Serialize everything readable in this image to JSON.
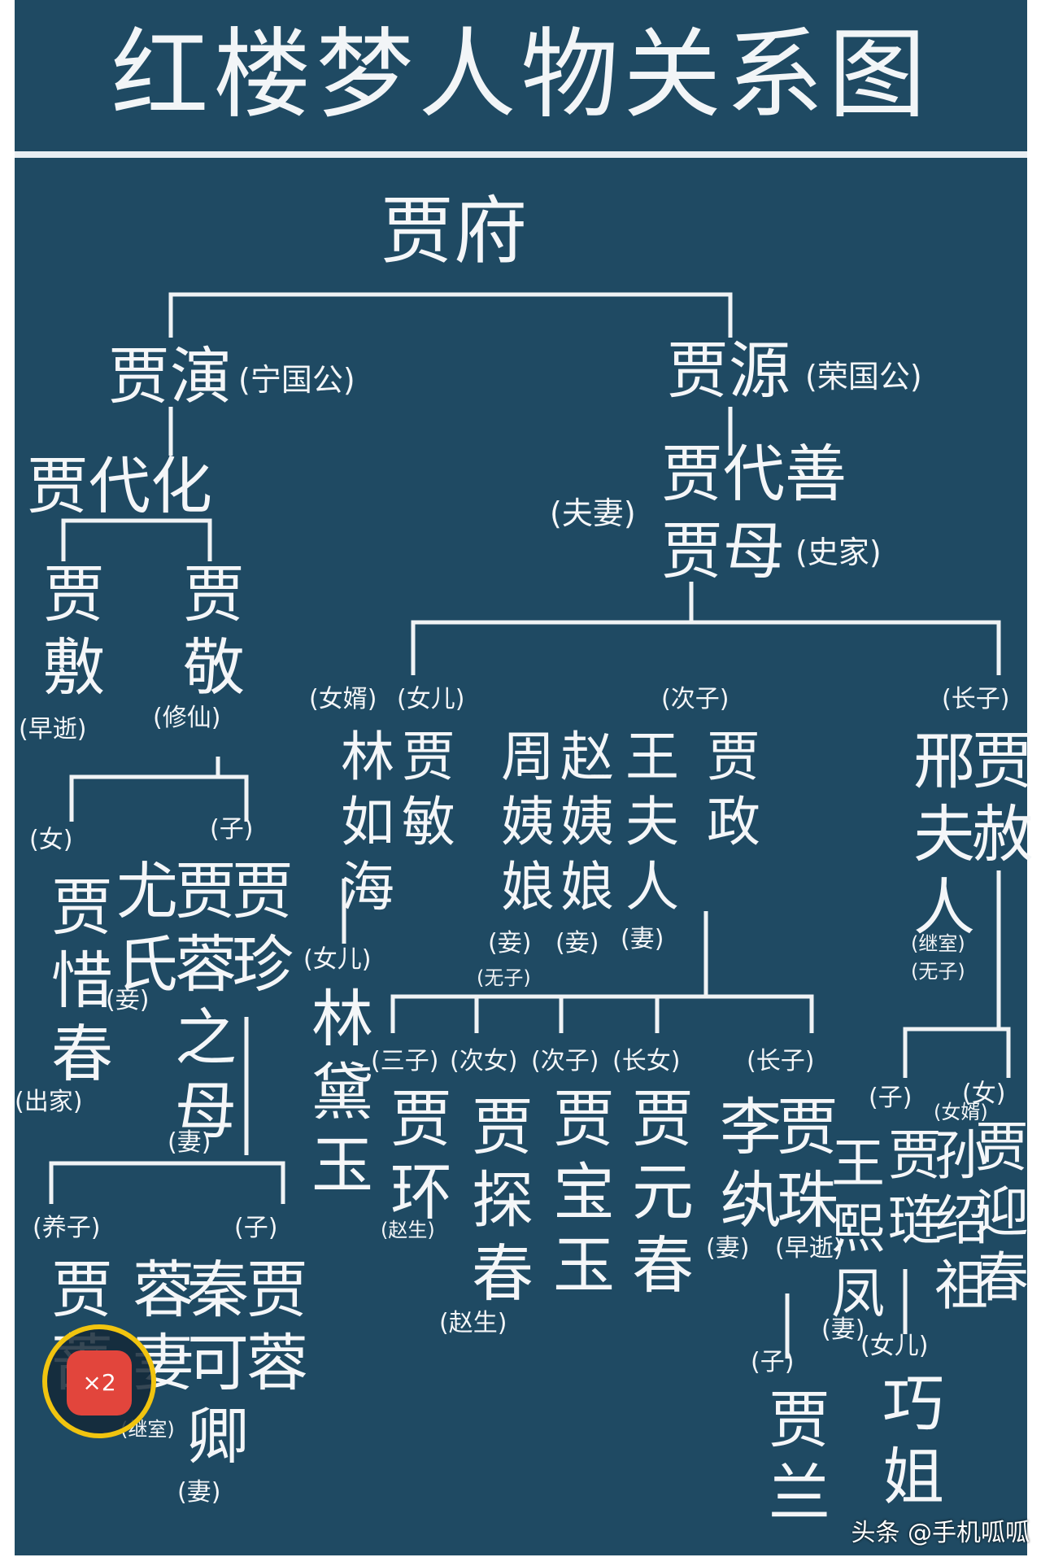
{
  "title": "红楼梦人物关系图",
  "watermark": "头条 @手机呱呱",
  "badge": "×2",
  "root": "贾府",
  "ning": {
    "name": "贾演",
    "title": "(宁国公)"
  },
  "rong": {
    "name": "贾源",
    "title": "(荣国公)"
  },
  "daihua": "贾代化",
  "daishan": "贾代善",
  "fuqi": "(夫妻)",
  "jiamu": {
    "name": "贾母",
    "note": "(史家)"
  },
  "jiafu": {
    "name": "贾敷",
    "note": "(早逝)"
  },
  "jiajing": {
    "name": "贾敬",
    "note": "(修仙)"
  },
  "xichun": {
    "role": "(女)",
    "name": "贾惜春",
    "note": "(出家)"
  },
  "jiazhen": {
    "role": "(子)",
    "name": "贾珍"
  },
  "youshi": {
    "name": "尤氏"
  },
  "rongmother": {
    "name": "贾蓉之母",
    "note_qie": "(妾)",
    "note_qi": "(妻)"
  },
  "jiaqiang": {
    "role": "(养子)",
    "name": "贾蔷"
  },
  "jiarong": {
    "role": "(子)",
    "name": "贾蓉"
  },
  "keqing": {
    "name": "秦可卿",
    "note": "(妻)"
  },
  "rongqi": {
    "name": "蓉妻",
    "note": "(继室)"
  },
  "linruhai": {
    "role": "(女婿)",
    "name": "林如海"
  },
  "jiamin": {
    "role": "(女儿)",
    "name": "贾敏"
  },
  "daiyu": {
    "role": "(女儿)",
    "name": "林黛玉"
  },
  "zhengci": "(次子)",
  "jiazheng": {
    "name": "贾政"
  },
  "wangfuren": {
    "name": "王夫人",
    "note": "(妻)"
  },
  "zhaoyiniang": {
    "name": "赵姨娘",
    "note": "(妾)"
  },
  "zhouyiniang": {
    "name": "周姨娘",
    "note": "(妾)"
  },
  "wuzi": "(无子)",
  "jiahuan": {
    "role": "(三子)",
    "name": "贾环",
    "note": "(赵生)"
  },
  "tanchun": {
    "role": "(次女)",
    "name": "贾探春",
    "note": "(赵生)"
  },
  "baoyu": {
    "role": "(次子)",
    "name": "贾宝玉"
  },
  "yuanchun": {
    "role": "(长女)",
    "name": "贾元春"
  },
  "jiazhu": {
    "role": "(长子)",
    "name": "贾珠",
    "note": "(早逝)"
  },
  "liwan": {
    "name": "李纨",
    "note": "(妻)"
  },
  "jialan": {
    "role": "(子)",
    "name": "贾兰"
  },
  "she": {
    "role": "(长子)",
    "name": "贾赦"
  },
  "xingfuren": {
    "name": "邢夫人",
    "note1": "(继室)",
    "note2": "(无子)"
  },
  "jialian": {
    "role": "(子)",
    "name": "贾琏"
  },
  "xifeng": {
    "name": "王熙凤",
    "note": "(妻)"
  },
  "qiaojie": {
    "role": "(女儿)",
    "name": "巧姐"
  },
  "yingchun": {
    "role": "(女)",
    "name": "贾迎春"
  },
  "sunshaozu": {
    "role": "(女婿)",
    "name": "孙绍祖"
  }
}
